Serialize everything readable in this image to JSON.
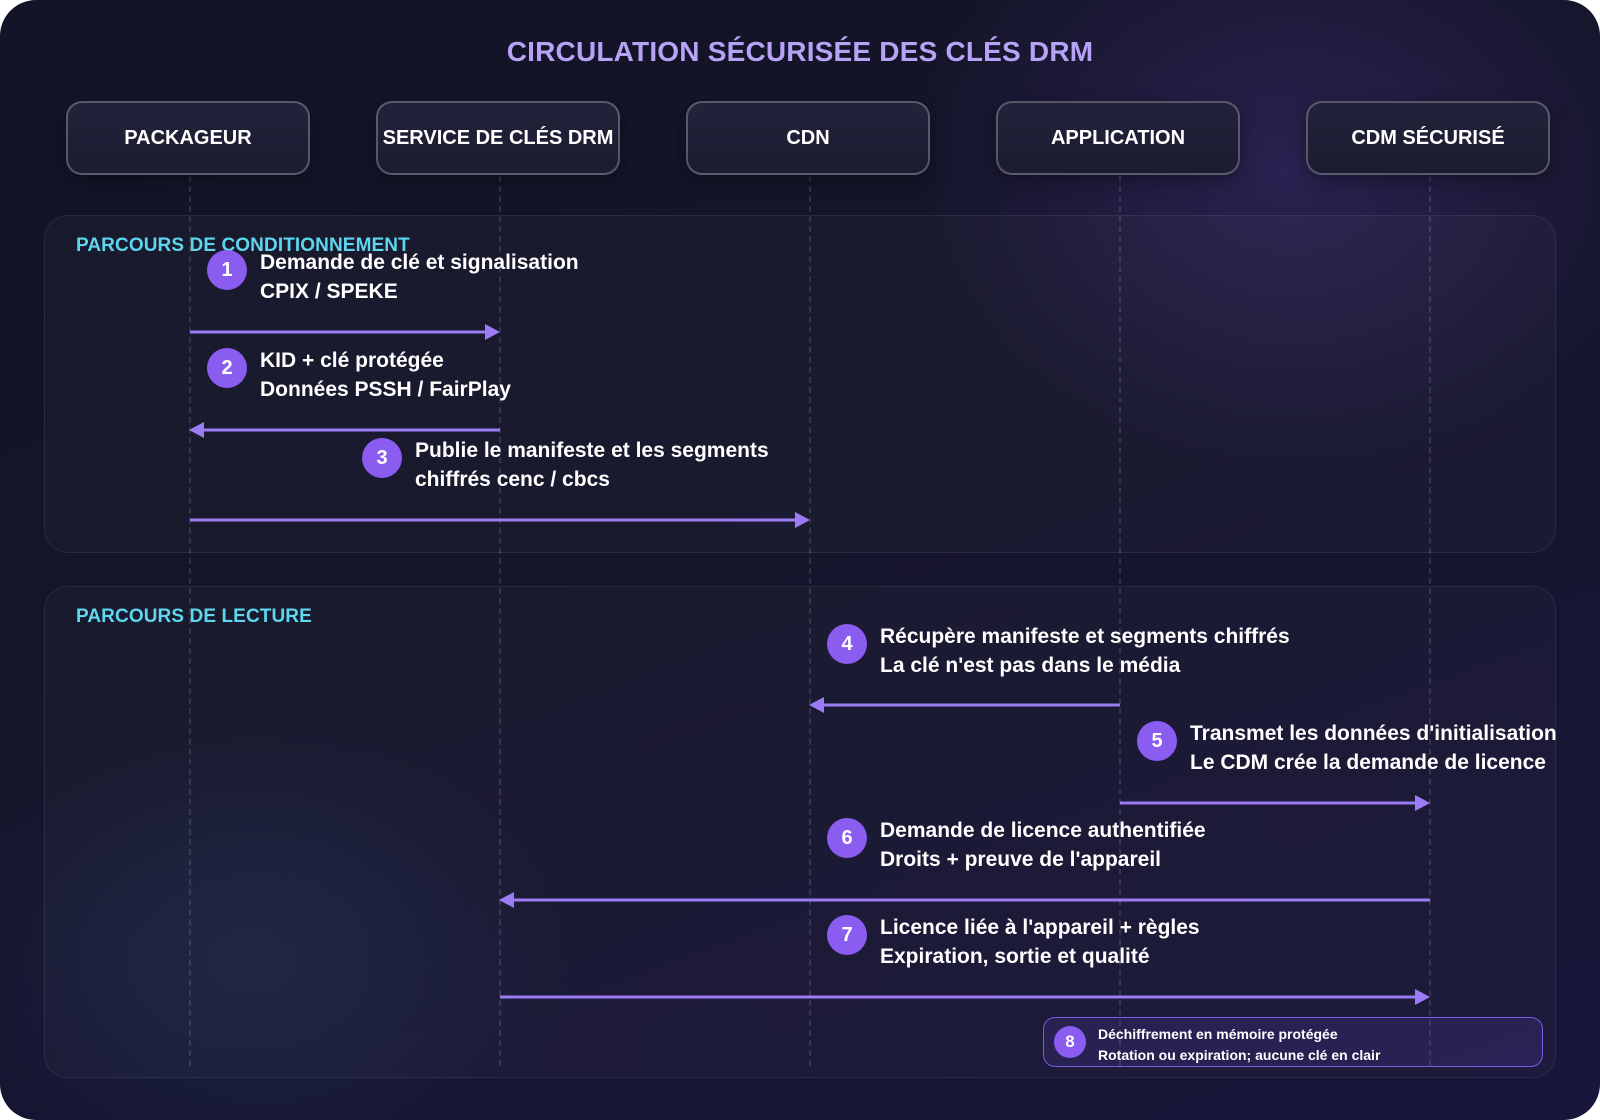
{
  "title": "CIRCULATION SÉCURISÉE DES CLÉS DRM",
  "actors": [
    "PACKAGEUR",
    "SERVICE DE CLÉS DRM",
    "CDN",
    "APPLICATION",
    "CDM SÉCURISÉ"
  ],
  "sections": [
    {
      "label": "PARCOURS DE CONDITIONNEMENT"
    },
    {
      "label": "PARCOURS DE LECTURE"
    }
  ],
  "messages": [
    {
      "number": "1",
      "line1": "Demande de clé et signalisation",
      "line2": "CPIX / SPEKE",
      "from": "PACKAGEUR",
      "to": "SERVICE DE CLÉS DRM"
    },
    {
      "number": "2",
      "line1": "KID + clé protégée",
      "line2": "Données PSSH / FairPlay",
      "from": "SERVICE DE CLÉS DRM",
      "to": "PACKAGEUR"
    },
    {
      "number": "3",
      "line1": "Publie le manifeste et les segments",
      "line2": "chiffrés cenc / cbcs",
      "from": "PACKAGEUR",
      "to": "CDN"
    },
    {
      "number": "4",
      "line1": "Récupère manifeste et segments chiffrés",
      "line2": "La clé n'est pas dans le média",
      "from": "APPLICATION",
      "to": "CDN"
    },
    {
      "number": "5",
      "line1": "Transmet les données d'initialisation",
      "line2": "Le CDM crée la demande de licence",
      "from": "APPLICATION",
      "to": "CDM SÉCURISÉ"
    },
    {
      "number": "6",
      "line1": "Demande de licence authentifiée",
      "line2": "Droits + preuve de l'appareil",
      "from": "CDM SÉCURISÉ",
      "to": "SERVICE DE CLÉS DRM"
    },
    {
      "number": "7",
      "line1": "Licence liée à l'appareil + règles",
      "line2": "Expiration, sortie et qualité",
      "from": "SERVICE DE CLÉS DRM",
      "to": "CDM SÉCURISÉ"
    }
  ],
  "note": {
    "number": "8",
    "line1": "Déchiffrement en mémoire protégée",
    "line2": "Rotation ou expiration; aucune clé en clair",
    "actor": "CDM SÉCURISÉ"
  },
  "colors": {
    "background": "#15152b",
    "title": "#b7a2f5",
    "section_label": "#5ed6ee",
    "arrow": "#9b7cf4",
    "badge": "#8a5cf0"
  }
}
